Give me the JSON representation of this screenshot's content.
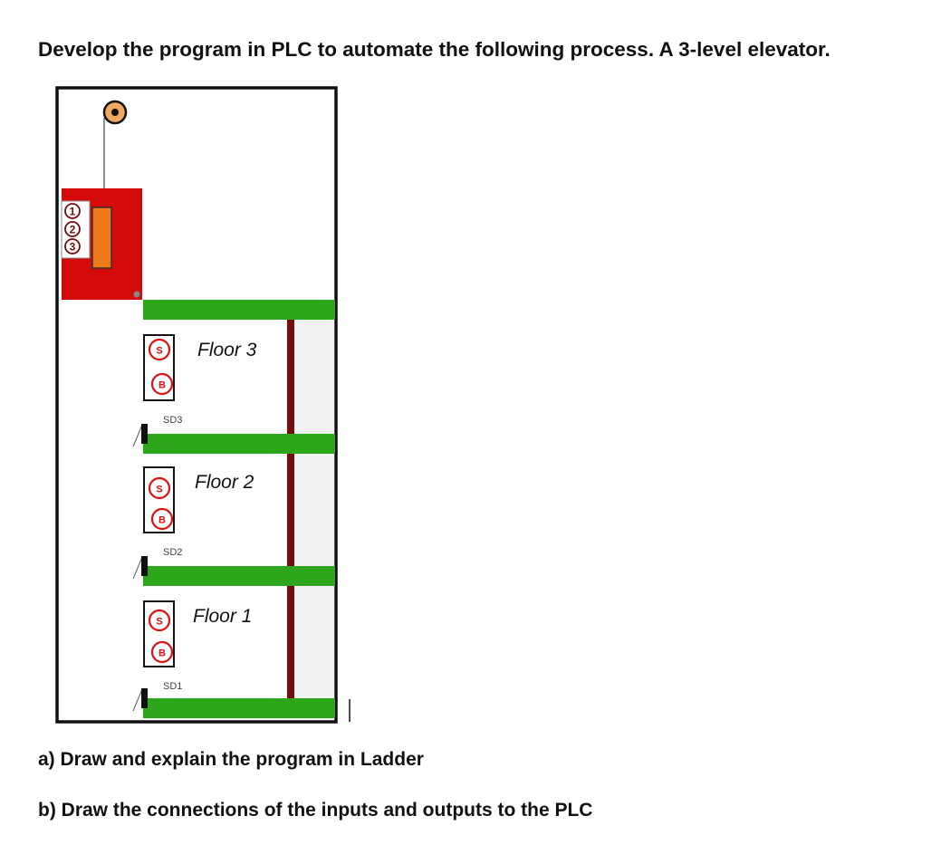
{
  "title": "Develop the program in PLC to automate the following process. A 3-level elevator.",
  "questions": {
    "a": "a) Draw and explain the program in Ladder",
    "b": "b) Draw the connections of the inputs and outputs to the PLC"
  },
  "cab_buttons": [
    "1",
    "2",
    "3"
  ],
  "floors": [
    {
      "label": "Floor 3",
      "sensor": "SD3",
      "buttons": [
        "S",
        "B"
      ]
    },
    {
      "label": "Floor 2",
      "sensor": "SD2",
      "buttons": [
        "S",
        "B"
      ]
    },
    {
      "label": "Floor 1",
      "sensor": "SD1",
      "buttons": [
        "S",
        "B"
      ]
    }
  ],
  "colors": {
    "cab": "#d40b0b",
    "cab_door": "#f07a1a",
    "floor": "#2ea61c",
    "rail": "#7a0a0a",
    "pulley": "#f0a860",
    "button_ring": "#e01010"
  }
}
